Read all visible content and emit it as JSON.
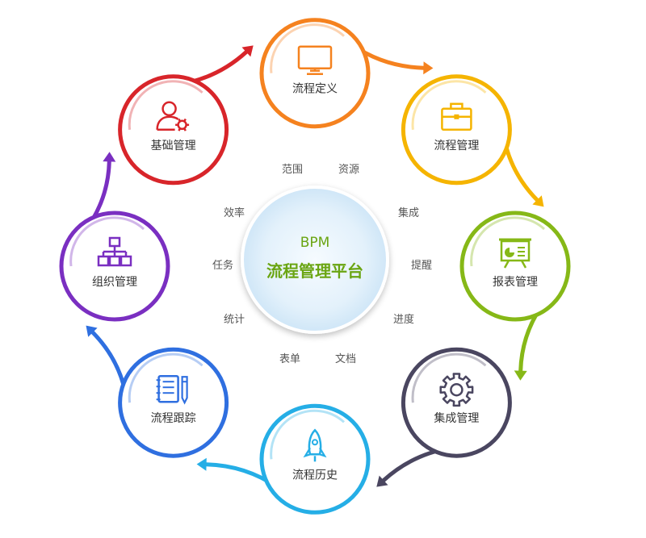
{
  "center": {
    "subtitle": "BPM",
    "title": "流程管理平台"
  },
  "nodes": [
    {
      "key": "process-definition",
      "label": "流程定义",
      "color": "#f5821f",
      "icon": "monitor-icon"
    },
    {
      "key": "process-management",
      "label": "流程管理",
      "color": "#f5b400",
      "icon": "briefcase-icon"
    },
    {
      "key": "report-management",
      "label": "报表管理",
      "color": "#86b817",
      "icon": "presentation-chart-icon"
    },
    {
      "key": "integration-management",
      "label": "集成管理",
      "color": "#4a4660",
      "icon": "gear-icon"
    },
    {
      "key": "process-history",
      "label": "流程历史",
      "color": "#25aee6",
      "icon": "rocket-icon"
    },
    {
      "key": "process-tracking",
      "label": "流程跟踪",
      "color": "#2f6fe0",
      "icon": "notebook-pen-icon"
    },
    {
      "key": "org-management",
      "label": "组织管理",
      "color": "#7a2fc1",
      "icon": "org-chart-icon"
    },
    {
      "key": "basic-management",
      "label": "基础管理",
      "color": "#d8252a",
      "icon": "user-settings-icon"
    }
  ],
  "keywords": [
    "范围",
    "资源",
    "集成",
    "提醒",
    "进度",
    "文档",
    "表单",
    "统计",
    "任务",
    "效率"
  ]
}
